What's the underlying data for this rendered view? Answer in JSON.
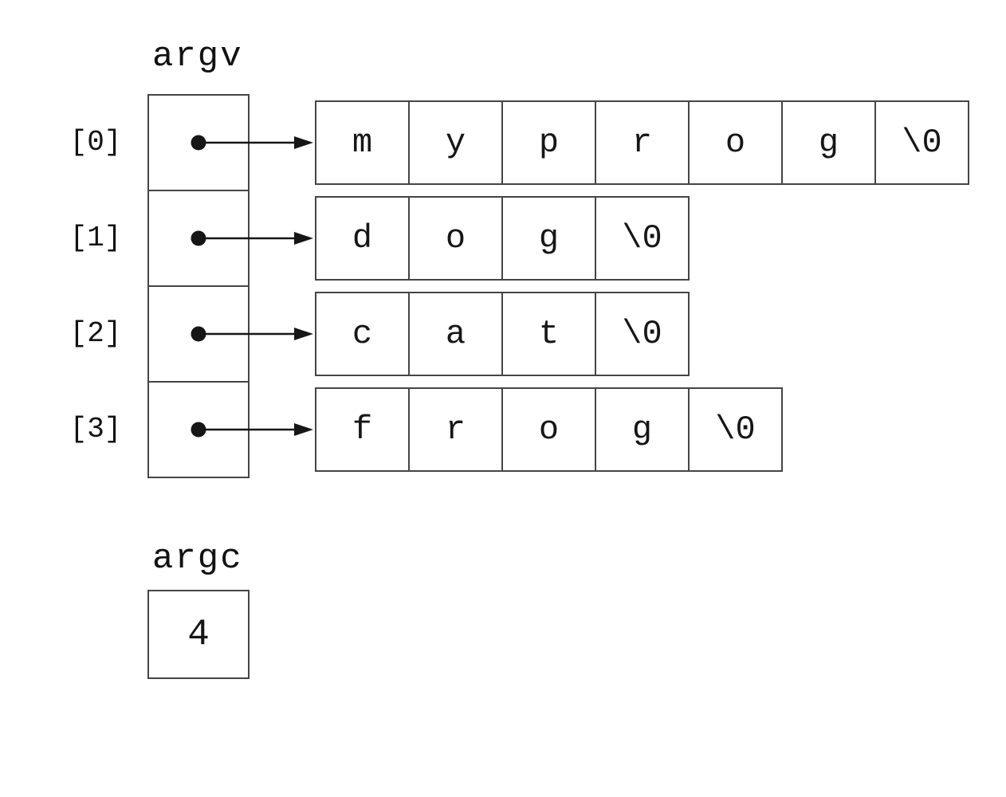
{
  "diagram": {
    "argv_label": "argv",
    "argc_label": "argc",
    "argc_value": "4",
    "rows": [
      {
        "index": "[0]",
        "word": "myprog",
        "cells": [
          "m",
          "y",
          "p",
          "r",
          "o",
          "g",
          "\\0"
        ]
      },
      {
        "index": "[1]",
        "word": "dog",
        "cells": [
          "d",
          "o",
          "g",
          "\\0"
        ]
      },
      {
        "index": "[2]",
        "word": "cat",
        "cells": [
          "c",
          "a",
          "t",
          "\\0"
        ]
      },
      {
        "index": "[3]",
        "word": "frog",
        "cells": [
          "f",
          "r",
          "o",
          "g",
          "\\0"
        ]
      }
    ],
    "colors": {
      "ink": "#161616",
      "border": "#454545",
      "background": "#ffffff"
    }
  }
}
